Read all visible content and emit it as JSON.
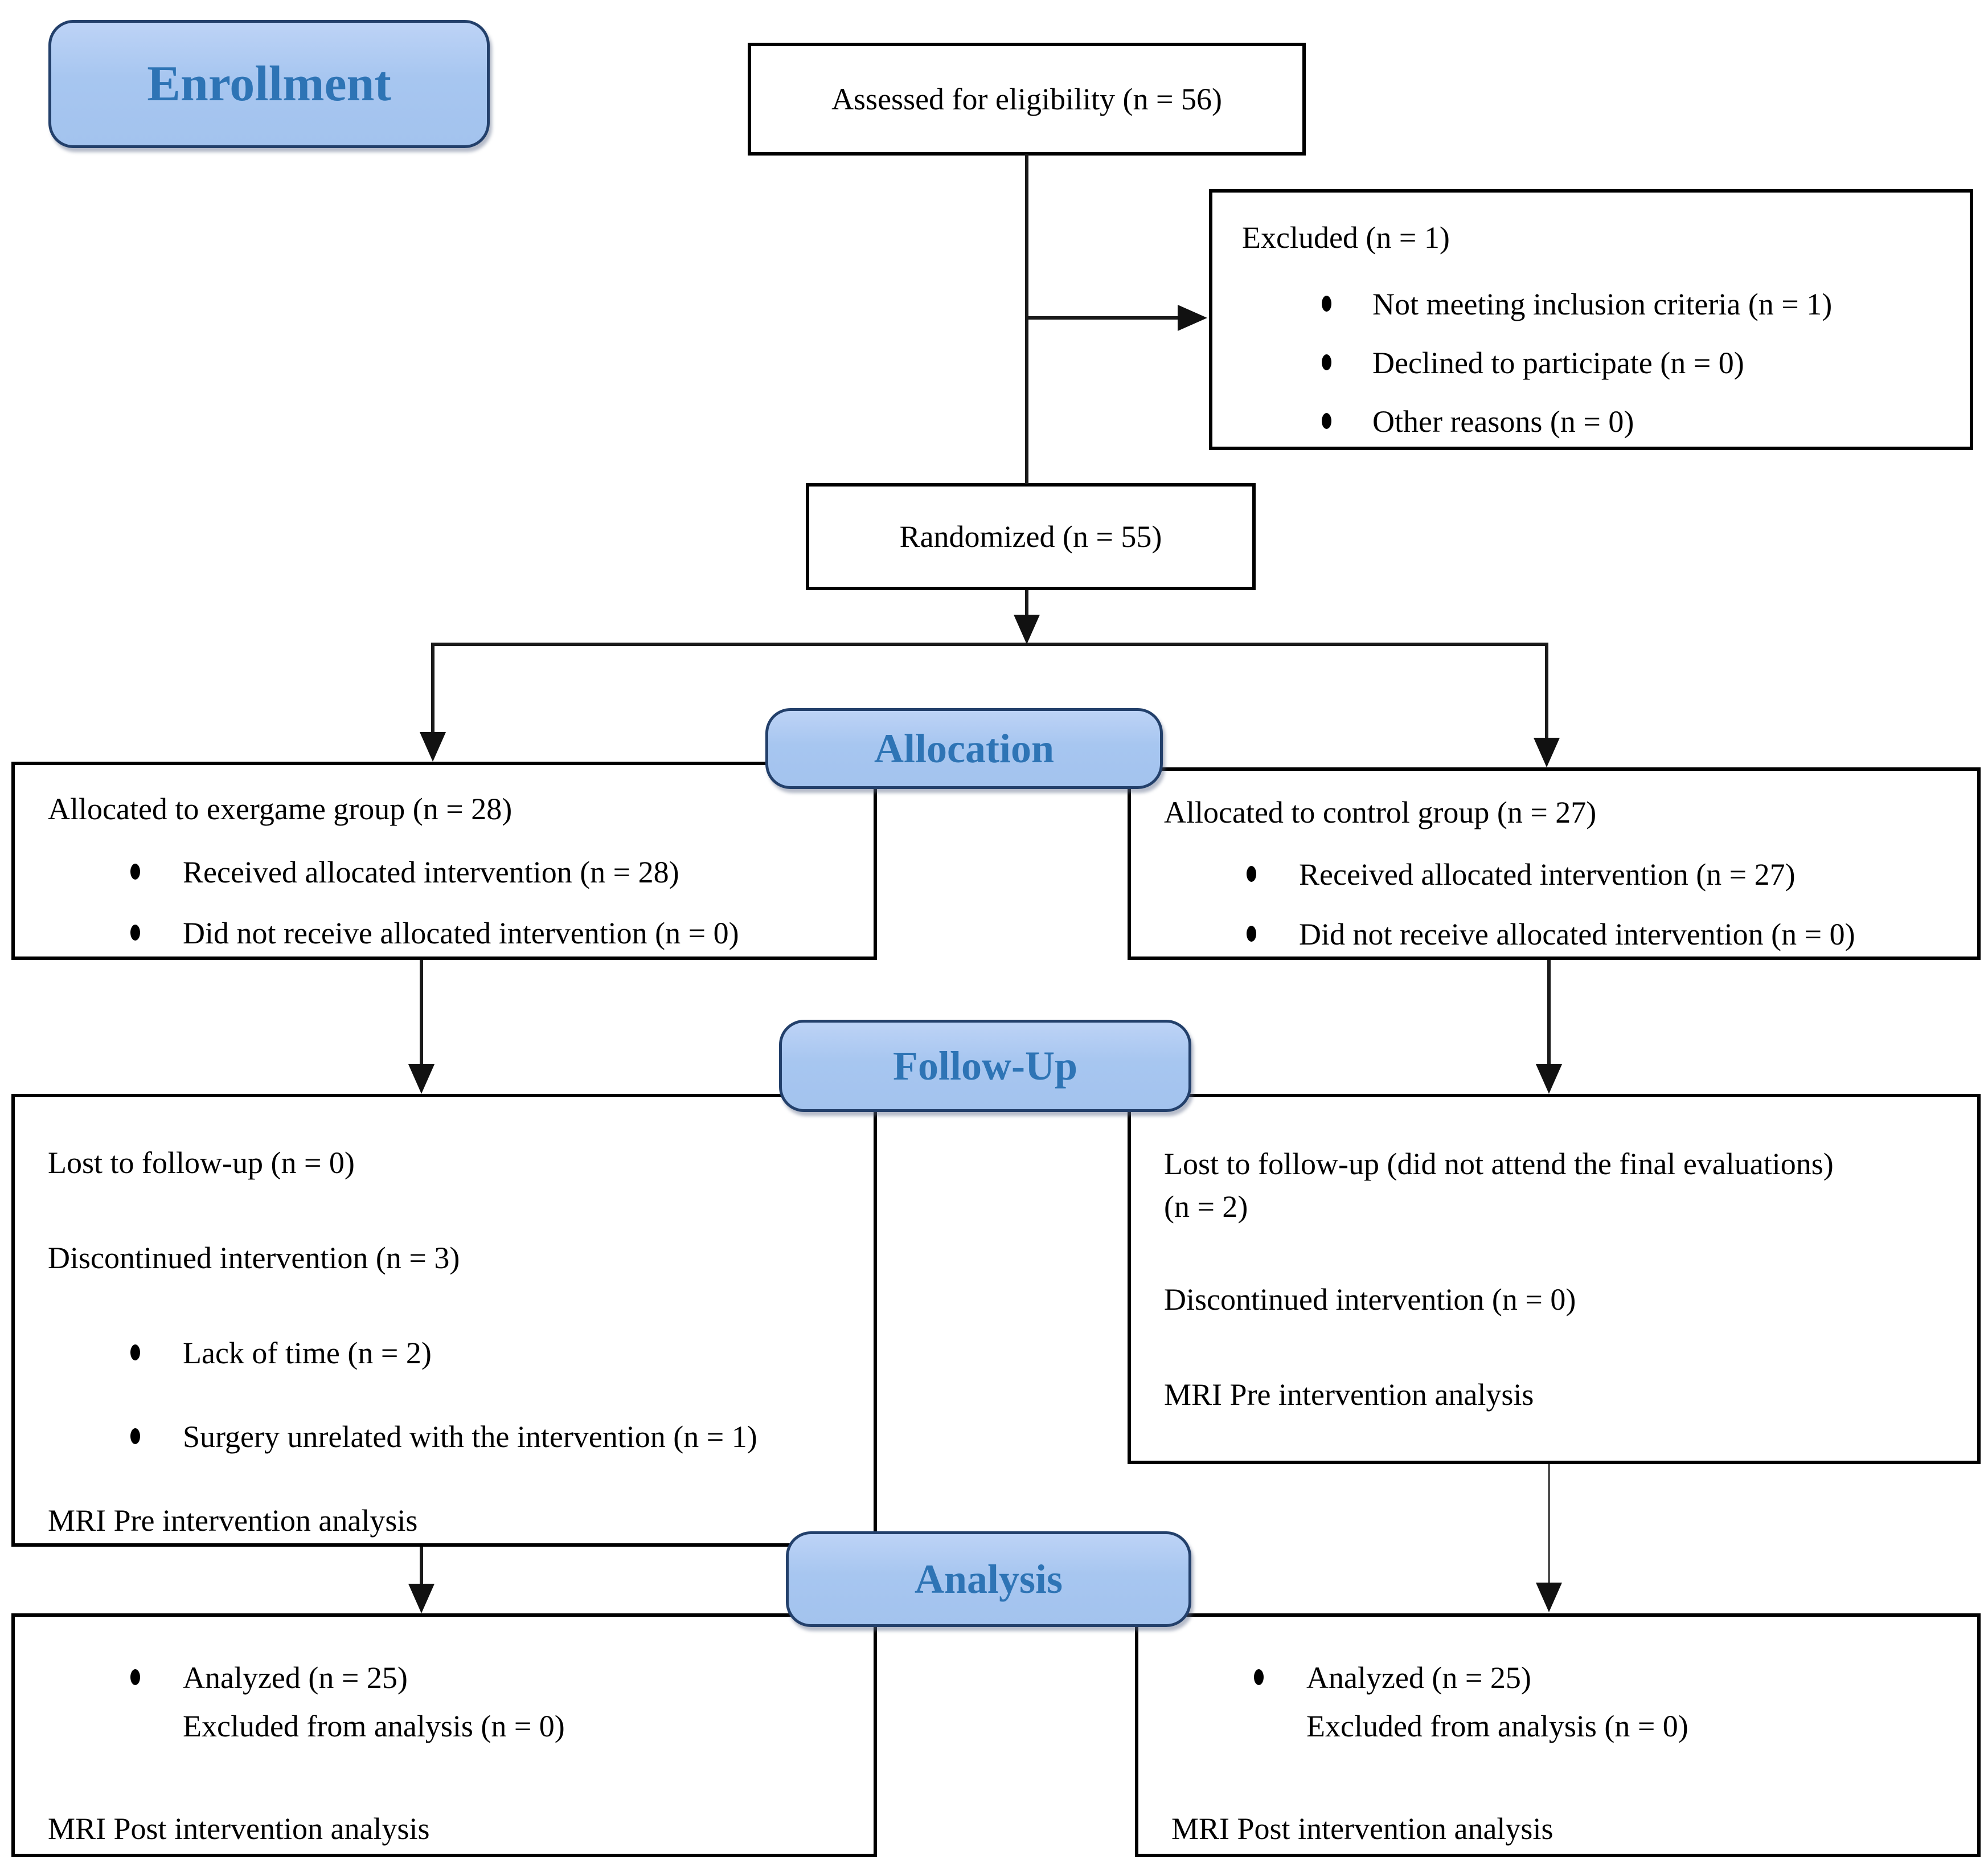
{
  "banners": {
    "enrollment": "Enrollment",
    "allocation": "Allocation",
    "follow_up": "Follow-Up",
    "analysis": "Analysis"
  },
  "colors": {
    "banner_fill": "#a7c6f0",
    "banner_border": "#23406b",
    "banner_text": "#2e74b5",
    "box_border": "#000000",
    "arrow": "#1a1a1a",
    "background": "#ffffff"
  },
  "boxes": {
    "assessed": {
      "text": "Assessed for eligibility (n = 56)"
    },
    "excluded": {
      "title": "Excluded (n = 1)",
      "bullets": [
        "Not meeting inclusion criteria (n = 1)",
        "Declined to participate (n = 0)",
        "Other reasons (n = 0)"
      ]
    },
    "randomized": {
      "text": "Randomized (n = 55)"
    },
    "allocated_exergame": {
      "title": "Allocated to exergame group (n = 28)",
      "bullets": [
        "Received allocated intervention (n = 28)",
        "Did not receive allocated intervention (n = 0)"
      ]
    },
    "allocated_control": {
      "title": "Allocated to control group (n = 27)",
      "bullets": [
        "Received allocated intervention (n = 27)",
        "Did not receive allocated intervention (n = 0)"
      ]
    },
    "followup_exergame": {
      "line1": "Lost to follow-up (n = 0)",
      "line2": "Discontinued intervention (n = 3)",
      "bullets": [
        "Lack of time (n = 2)",
        "Surgery unrelated with the intervention (n = 1)"
      ],
      "footer": "MRI Pre intervention analysis"
    },
    "followup_control": {
      "line1": "Lost to follow-up (did not attend the final evaluations) (n = 2)",
      "line2": "Discontinued intervention (n = 0)",
      "line3": "MRI Pre intervention analysis"
    },
    "analysis_exergame": {
      "bullet": "Analyzed (n = 25)",
      "bullet_sub": "Excluded from analysis (n = 0)",
      "footer": "MRI Post intervention analysis"
    },
    "analysis_control": {
      "bullet": "Analyzed (n = 25)",
      "bullet_sub": "Excluded from analysis (n = 0)",
      "footer": "MRI Post intervention analysis"
    }
  }
}
